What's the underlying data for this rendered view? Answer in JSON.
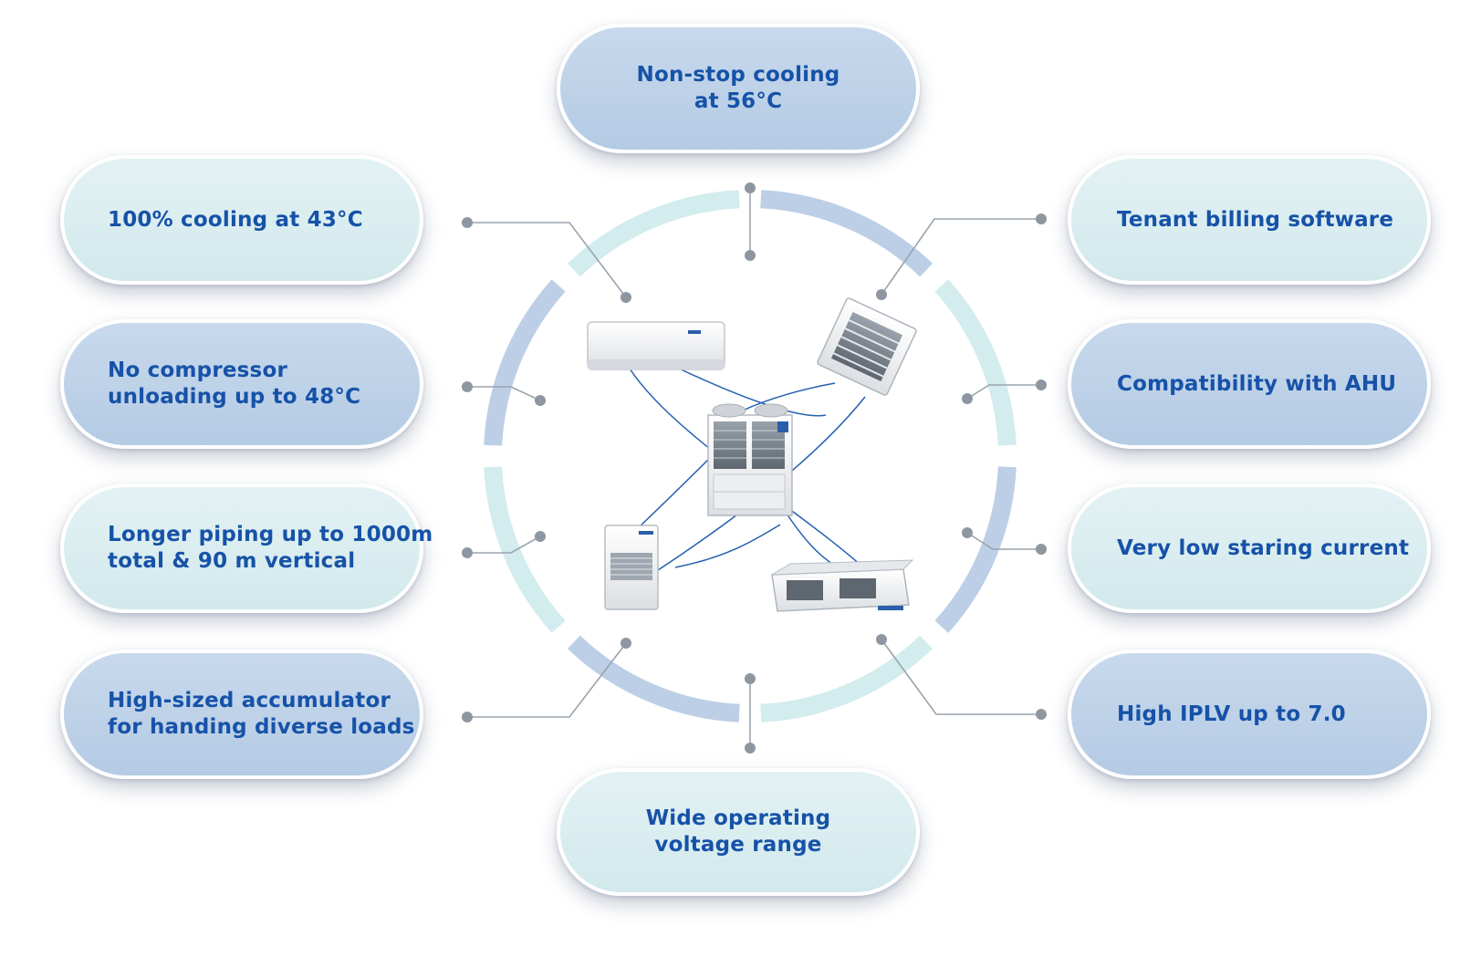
{
  "features": {
    "top": {
      "lines": [
        "Non-stop cooling",
        "at 56°C"
      ]
    },
    "bottom": {
      "lines": [
        "Wide operating",
        "voltage range"
      ]
    },
    "left": [
      {
        "lines": [
          "100% cooling at 43°C"
        ]
      },
      {
        "lines": [
          "No compressor",
          "unloading up to 48°C"
        ]
      },
      {
        "lines": [
          "Longer piping up to 1000m",
          "total & 90 m vertical"
        ]
      },
      {
        "lines": [
          "High-sized accumulator",
          "for handing diverse loads"
        ]
      }
    ],
    "right": [
      {
        "lines": [
          "Tenant billing software"
        ]
      },
      {
        "lines": [
          "Compatibility with AHU"
        ]
      },
      {
        "lines": [
          "Very low staring current"
        ]
      },
      {
        "lines": [
          "High IPLV up to 7.0"
        ]
      }
    ]
  },
  "colors": {
    "text": "#1652a8",
    "pill_light": "#d9edf0",
    "pill_dark": "#bcd1e8",
    "ring_light": "#d3ecee",
    "ring_dark": "#bccfe6",
    "connector": "#9aa3ad",
    "pipe": "#2460b0"
  },
  "icons": {
    "center": "outdoor-vrf-unit-icon",
    "split": "wall-split-ac-icon",
    "cassette": "ceiling-cassette-ac-icon",
    "floor": "floor-standing-ac-icon",
    "ducted": "ducted-ac-unit-icon"
  }
}
